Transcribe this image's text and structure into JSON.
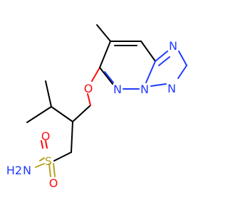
{
  "molecule": {
    "atoms": {
      "nitrogen_top_right": "N",
      "nitrogen_right": "N",
      "nitrogen_bridge": "N",
      "nitrogen_pyridazine": "N",
      "ether_oxygen": "O",
      "sulfur": "S",
      "sulfonyl_oxygen_left": "O",
      "sulfonyl_oxygen_bottom": "O",
      "amine_n": "N",
      "amine_h2": "H2"
    },
    "colors": {
      "carbon_bond": "#000000",
      "nitrogen": "#1f3bff",
      "oxygen": "#ff0d0d",
      "sulfur": "#b8a020"
    }
  }
}
